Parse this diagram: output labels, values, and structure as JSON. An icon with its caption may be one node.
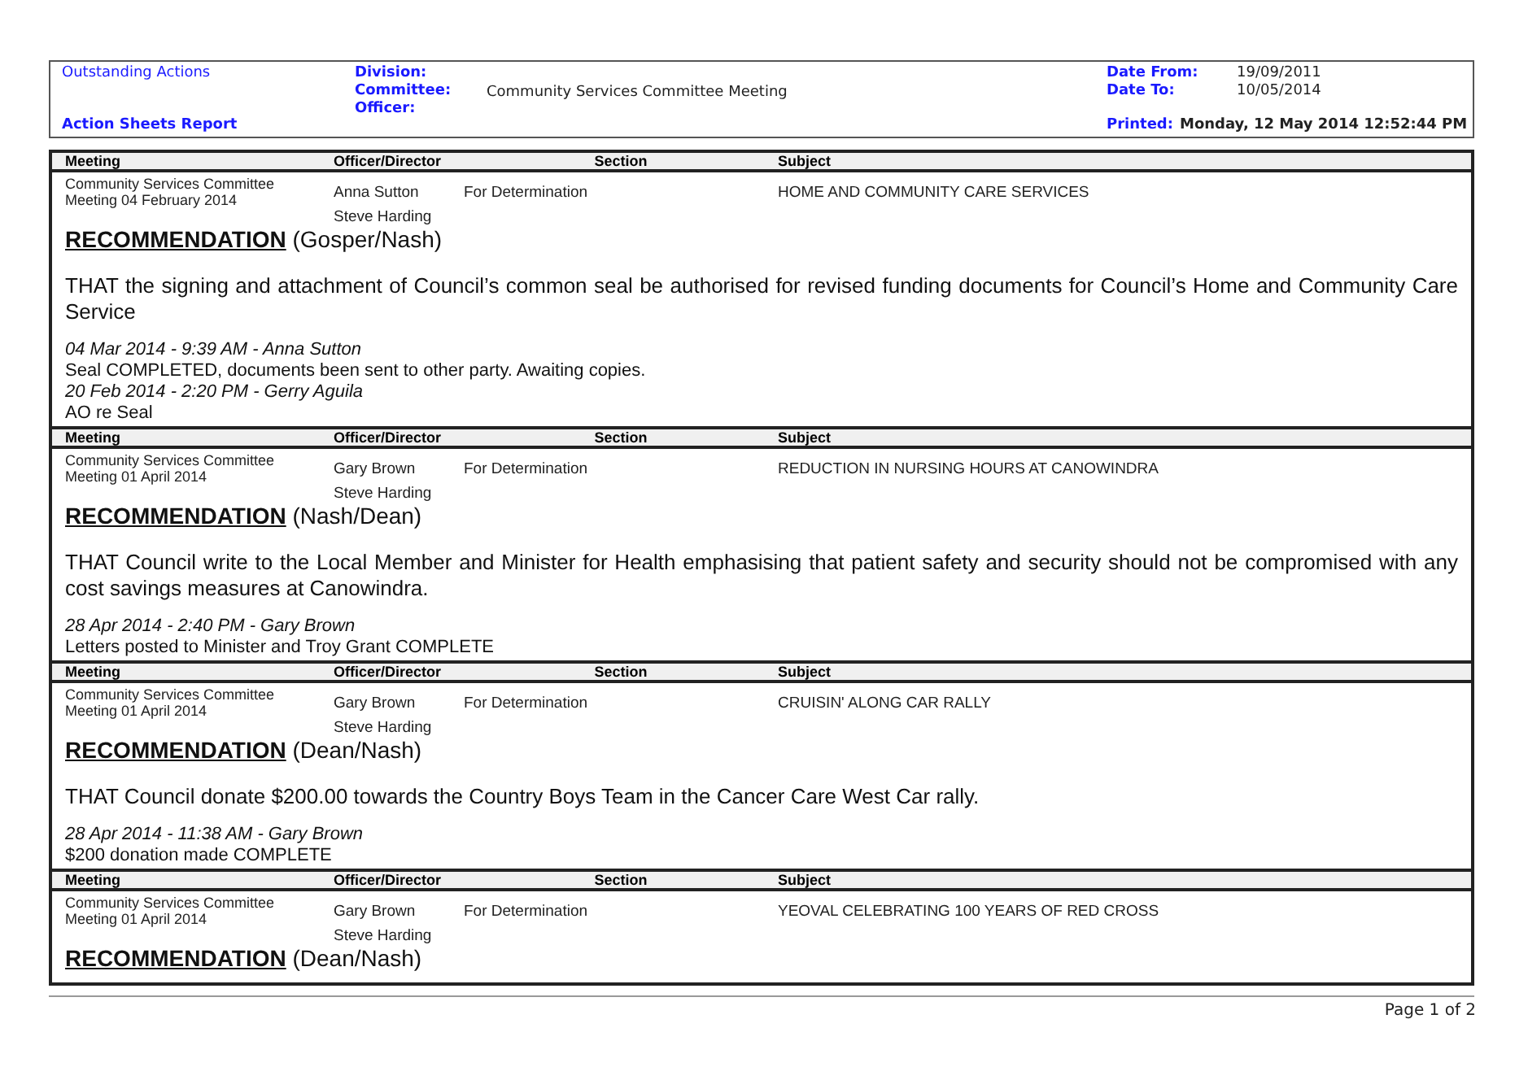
{
  "diagram": {
    "nodes": [
      {
        "text": [
          "Outstanding Actions",
          "Division:",
          "Committee:",
          "Officer:",
          "Community Services Committee Meeting",
          "Action Sheets Report",
          "Date From:",
          "19/09/2011",
          "Date To:",
          "10/05/2014",
          "Printed:",
          "Monday, 12 May 2014  12:52:44 PM"
        ]
      },
      {
        "text": [],
        "shape": "box"
      },
      {
        "text": [
          "Meeting",
          "Officer/Director",
          "Section",
          "Subject",
          "Community Services Committee Meeting 04 February 2014",
          "Anna Sutton",
          "Steve Harding",
          "For Determination",
          "HOME AND COMMUNITY CARE SERVICES",
          "**RECOMMENDATION** (Gosper/Nash)",
          "THAT the signing and attachment of Council’s common seal be authorised for revised funding documents for Council’s Home and Community Care Service"
        ],
        "in": 1
      },
      {
        "text": [
          "Meeting",
          "Officer/Director",
          "Section",
          "Subject",
          "Community Services Committee Meeting 01 April 2014",
          "Gary Brown",
          "Steve Harding",
          "For Determination",
          "REDUCTION IN NURSING HOURS AT CANOWINDRA",
          "**RECOMMENDATION** (Nash/Dean)",
          "THAT Council write to the Local Member and Minister for Health emphasising that patient safety and security should not be compromised with any cost savings measures at Canowindra."
        ],
        "in": 1
      },
      {
        "text": [
          "Meeting",
          "Officer/Director",
          "Section",
          "Subject",
          "Community Services Committee Meeting 01 April 2014",
          "Gary Brown",
          "Steve Harding",
          "For Determination",
          "CRUISIN' ALONG CAR RALLY",
          "**RECOMMENDATION** (Dean/Nash)",
          "THAT Council donate $200.00 towards the Country Boys Team in the Cancer Care West Car rally."
        ],
        "in": 1
      },
      {
        "text": [
          "Meeting",
          "Officer/Director",
          "Section",
          "Subject",
          "Community Services Committee Meeting 01 April 2014",
          "Gary Brown",
          "Steve Harding",
          "For Determination",
          "YEOVAL CELEBRATING 100 YEARS OF RED CROSS",
          "**RECOMMENDATION** (Dean/Nash)"
        ],
        "in": 1
      }
    ],
    "labels": [
      "04 Mar 2014 - 9:39 AM - Anna Sutton",
      "Seal COMPLETED, documents been sent to other party. Awaiting copies.",
      "20 Feb 2014 - 2:20 PM - Gerry Aguila",
      "AO re Seal",
      "28 Apr 2014 - 2:40 PM - Gary Brown",
      "Letters posted to Minister and Troy Grant COMPLETE",
      "28 Apr 2014 - 11:38 AM - Gary Brown",
      "$200 donation made COMPLETE",
      "Page 1 of 2"
    ]
  }
}
